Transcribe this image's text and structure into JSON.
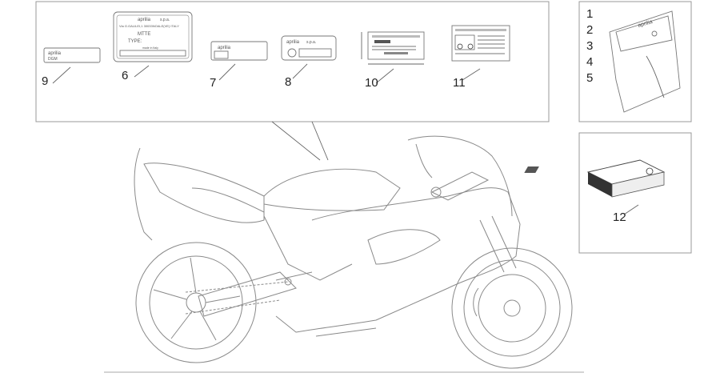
{
  "callouts": {
    "c9": "9",
    "c6": "6",
    "c7": "7",
    "c8": "8",
    "c10": "10",
    "c11": "11",
    "c12": "12",
    "kit_list": [
      "1",
      "2",
      "3",
      "4",
      "5"
    ]
  },
  "plates": {
    "p9_brand": "aprilia",
    "p9_model": "DGM",
    "p6_brand": "aprilia",
    "p6_suffix": "s.p.a.",
    "p6_address": "Via G.GALILEI,1 30033NOALE(VE) ITALY",
    "p6_field1": "MTTE",
    "p6_field2": "TYPE:",
    "p6_origin": "made in Italy",
    "p7_brand": "aprilia",
    "p8_brand": "aprilia",
    "p8_suffix": "s.p.a."
  },
  "bag": {
    "brand": "aprilia"
  },
  "colors": {
    "line": "#777777",
    "frame": "#999999",
    "text": "#222222"
  }
}
